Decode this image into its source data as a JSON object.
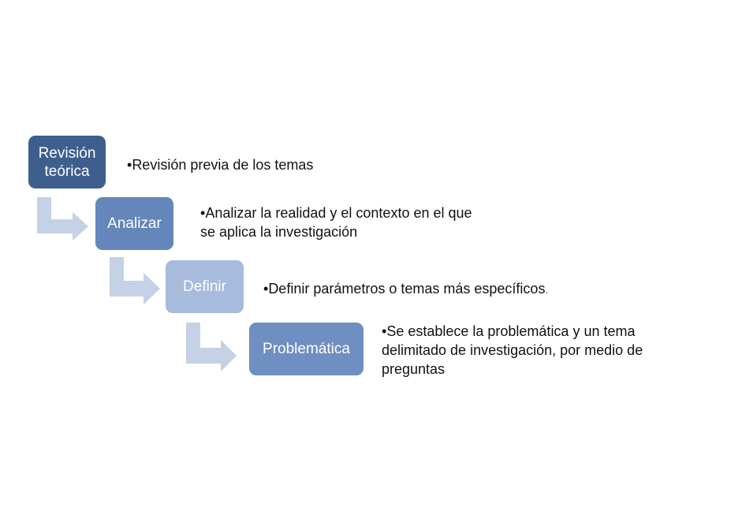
{
  "colors": {
    "box_1": "#3e5f8e",
    "box_2": "#6486bb",
    "box_3": "#a7bbdc",
    "box_4": "#6f8fc2",
    "arrow": "#c5d1e4"
  },
  "steps": [
    {
      "label": "Revisión\nteórica",
      "bullet": "•",
      "description": "Revisión previa de los temas",
      "tail": ""
    },
    {
      "label": "Analizar",
      "bullet": "•",
      "description": "Analizar la realidad y el contexto en el que se aplica la investigación",
      "tail": ""
    },
    {
      "label": "Definir",
      "bullet": "•",
      "description": "Definir parámetros o temas más específicos",
      "tail": "."
    },
    {
      "label": "Problemática",
      "bullet": "•",
      "description": "Se establece la problemática y un tema delimitado de investigación, por medio de preguntas",
      "tail": ""
    }
  ]
}
